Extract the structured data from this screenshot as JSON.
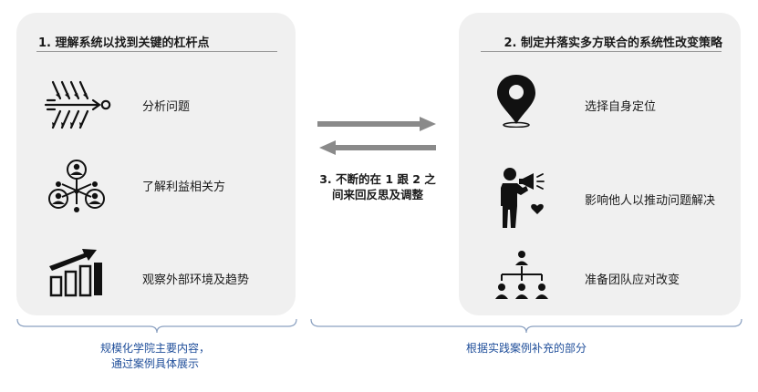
{
  "left_panel": {
    "title": "1. 理解系统以找到关键的杠杆点",
    "items": [
      {
        "icon": "fishbone-icon",
        "label": "分析问题"
      },
      {
        "icon": "stakeholder-network-icon",
        "label": "了解利益相关方"
      },
      {
        "icon": "trend-bars-icon",
        "label": "观察外部环境及趋势"
      }
    ]
  },
  "right_panel": {
    "title": "2. 制定并落实多方联合的系统性改变策略",
    "items": [
      {
        "icon": "location-pin-icon",
        "label": "选择自身定位"
      },
      {
        "icon": "megaphone-person-icon",
        "label": "影响他人以推动问题解决"
      },
      {
        "icon": "org-chart-icon",
        "label": "准备团队应对改变"
      }
    ]
  },
  "middle": {
    "line1": "3. 不断的在 1 跟 2 之",
    "line2": "间来回反思及调整"
  },
  "footer": {
    "left_line1": "规模化学院主要内容，",
    "left_line2": "通过案例具体展示",
    "right": "根据实践案例补充的部分"
  },
  "colors": {
    "panel_bg": "#f0f0f0",
    "arrow": "#8a8a8a",
    "footer_text": "#1f4e9a",
    "brace": "#8aa0c0"
  }
}
